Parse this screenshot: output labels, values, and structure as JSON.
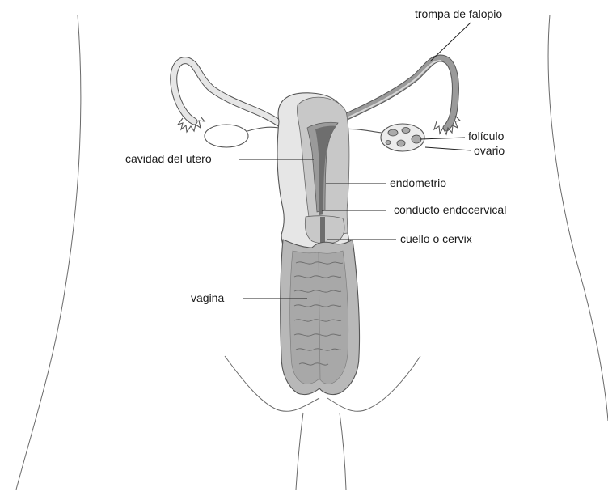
{
  "labels": {
    "trompa": "trompa de falopio",
    "foliculo": "folículo",
    "ovario": "ovario",
    "cavidad": "cavidad del utero",
    "endometrio": "endometrio",
    "conducto": "conducto endocervical",
    "cuello": "cuello o cervix",
    "vagina": "vagina"
  },
  "colors": {
    "light_tissue": "#e6e6e6",
    "mid_tissue": "#c8c8c8",
    "dark_tissue": "#9a9a9a",
    "darkest_tissue": "#6e6e6e",
    "outline": "#555555",
    "background": "#ffffff"
  }
}
